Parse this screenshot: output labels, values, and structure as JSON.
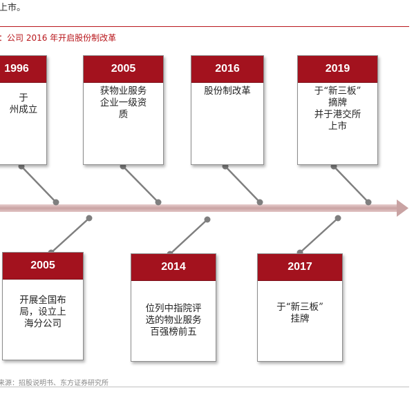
{
  "header": {
    "top_text": "上市。"
  },
  "caption": "：公司 2016 年开启股份制改革",
  "timeline": {
    "top_events": [
      {
        "year": "1996",
        "text": "于\n州成立"
      },
      {
        "year": "2005",
        "text": "获物业服务\n企业一级资\n质"
      },
      {
        "year": "2016",
        "text": "股份制改革"
      },
      {
        "year": "2019",
        "text": "于“新三板”\n摘牌\n并于港交所\n上市"
      }
    ],
    "bottom_events": [
      {
        "year": "2005",
        "text": "开展全国布\n局，设立上\n海分公司"
      },
      {
        "year": "2014",
        "text": "位列中指院评\n选的物业服务\n百强榜前五"
      },
      {
        "year": "2017",
        "text": "于“新三板”\n挂牌"
      }
    ]
  },
  "footer": {
    "source": "来源：招股说明书、东方证券研究所"
  },
  "colors": {
    "accent": "#a3121e",
    "axis": "#d0aeae",
    "connector": "#7f7f7f"
  }
}
